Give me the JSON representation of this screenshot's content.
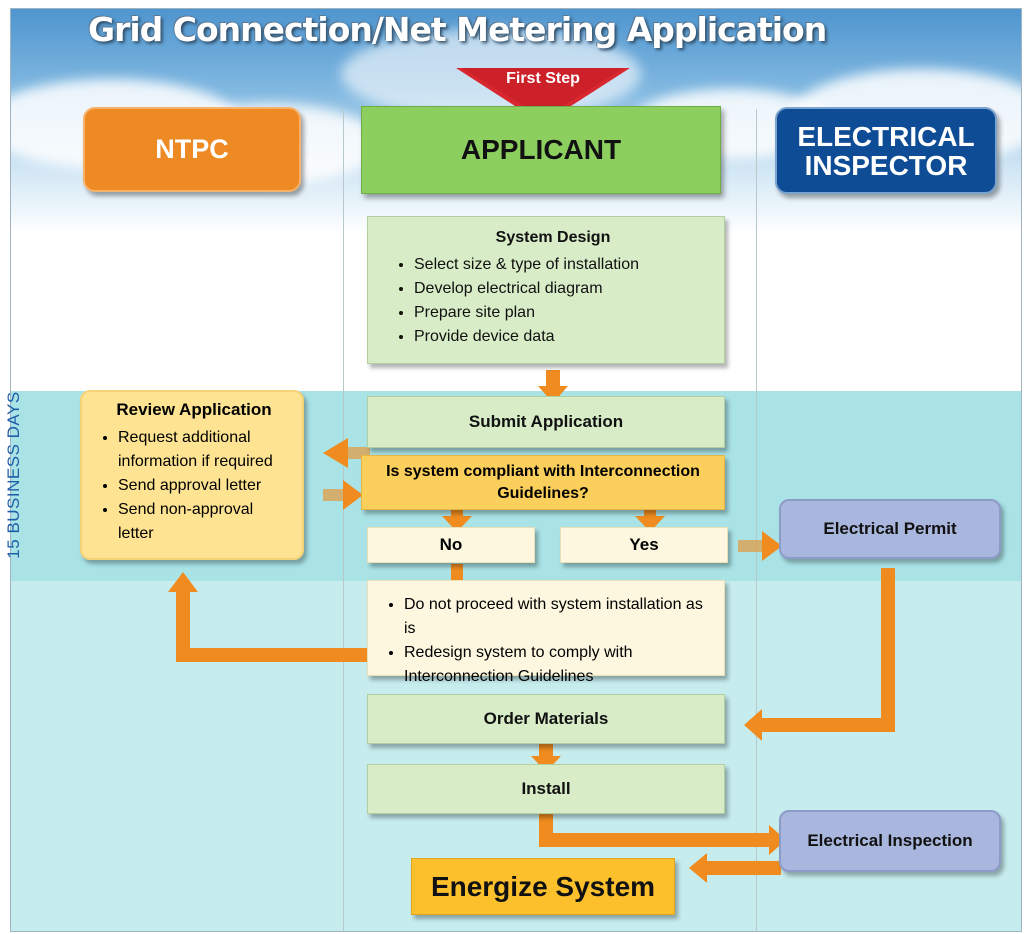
{
  "title": "Grid Connection/Net Metering Application",
  "first_step": "First Step",
  "headers": {
    "ntpc": "NTPC",
    "applicant": "APPLICANT",
    "inspector_line1": "ELECTRICAL",
    "inspector_line2": "INSPECTOR"
  },
  "timeline_label": "15 BUSINESS DAYS",
  "system_design": {
    "heading": "System Design",
    "items": [
      "Select size & type of installation",
      "Develop electrical diagram",
      "Prepare site plan",
      "Provide device data"
    ]
  },
  "submit_application": "Submit Application",
  "compliance_question": "Is system compliant with Interconnection Guidelines?",
  "answer_no": "No",
  "answer_yes": "Yes",
  "review": {
    "heading": "Review Application",
    "items": [
      "Request additional information if required",
      "Send approval letter",
      "Send non-approval letter"
    ]
  },
  "electrical_permit": "Electrical Permit",
  "no_path": {
    "items": [
      "Do not proceed with system installation as is",
      "Redesign system to comply with Interconnection Guidelines"
    ]
  },
  "order_materials": "Order Materials",
  "install": "Install",
  "electrical_inspection": "Electrical Inspection",
  "energize": "Energize System",
  "colors": {
    "arrow": "#f08c1f",
    "first_step_marker": "#d8272f",
    "ntpc": "#ee8a23",
    "applicant": "#8ccf5f",
    "inspector": "#0e4c95",
    "timeline_text": "#1f5fa8"
  }
}
